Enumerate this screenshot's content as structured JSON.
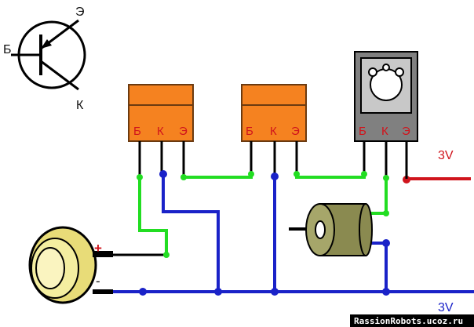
{
  "symbol": {
    "base_label": "Б",
    "emitter_label": "Э",
    "collector_label": "К"
  },
  "transistors": [
    {
      "pins": [
        "Б",
        "К",
        "Э"
      ],
      "style": "plastic"
    },
    {
      "pins": [
        "Б",
        "К",
        "Э"
      ],
      "style": "plastic"
    },
    {
      "pins": [
        "Б",
        "К",
        "Э"
      ],
      "style": "metal-tab"
    }
  ],
  "power": {
    "positive_label": "3V",
    "negative_label": "3V"
  },
  "sensor": {
    "plus_label": "+",
    "minus_label": "-"
  },
  "watermark": "RassionRobots.ucoz.ru",
  "colors": {
    "wire_green": "#22dd22",
    "wire_blue": "#1a22c8",
    "wire_red": "#d0141c",
    "wire_black": "#000000",
    "transistor_body": "#f58220",
    "transistor_outline": "#6b3a10",
    "tab_body": "#808080",
    "motor_body": "#8a8a50",
    "sensor_body": "#f4eea0"
  }
}
